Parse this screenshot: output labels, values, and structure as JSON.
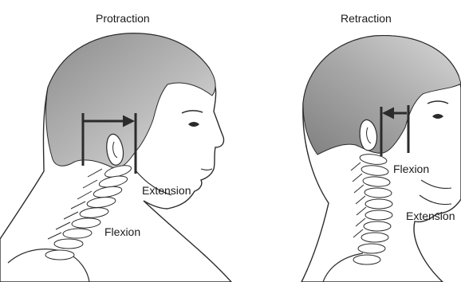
{
  "panels": [
    {
      "title": "Protraction",
      "labels": {
        "upper": "Extension",
        "lower": "Flexion"
      }
    },
    {
      "title": "Retraction",
      "labels": {
        "upper": "Flexion",
        "lower": "Extension"
      }
    }
  ]
}
